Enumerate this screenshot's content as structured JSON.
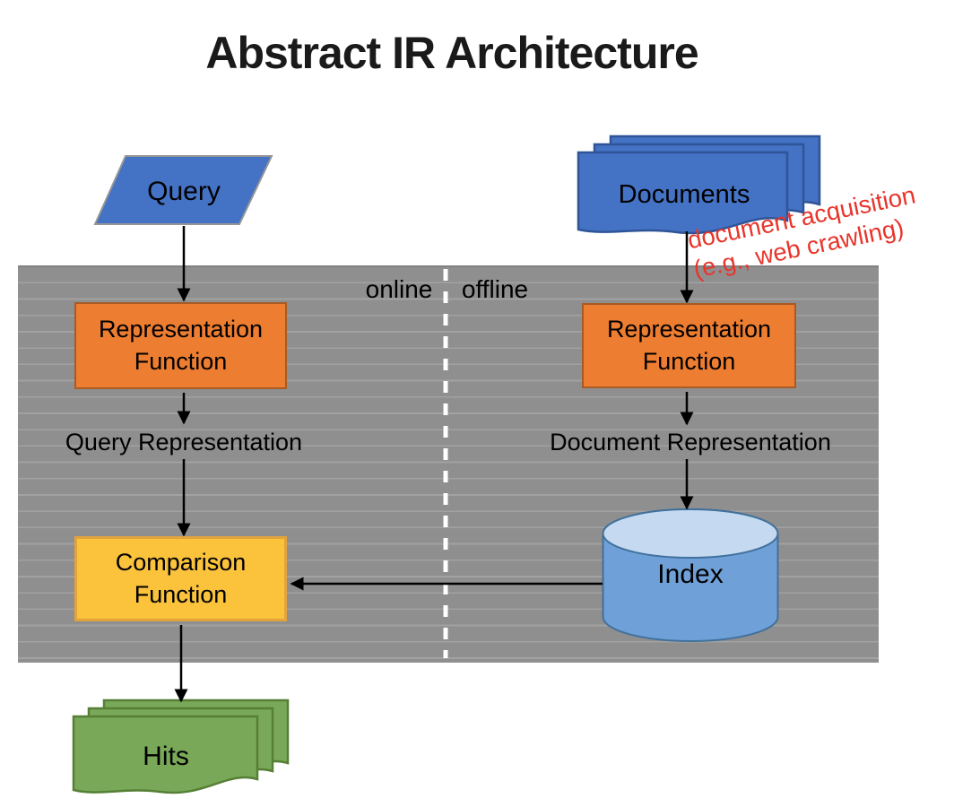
{
  "title": "Abstract IR Architecture",
  "regions": {
    "online_label": "online",
    "offline_label": "offline"
  },
  "nodes": {
    "query": {
      "label": "Query"
    },
    "documents": {
      "label": "Documents"
    },
    "representation_function_online": {
      "line1": "Representation",
      "line2": "Function"
    },
    "representation_function_offline": {
      "line1": "Representation",
      "line2": "Function"
    },
    "query_representation": {
      "label": "Query Representation"
    },
    "document_representation": {
      "label": "Document Representation"
    },
    "comparison_function": {
      "line1": "Comparison",
      "line2": "Function"
    },
    "index": {
      "label": "Index"
    },
    "hits": {
      "label": "Hits"
    }
  },
  "annotation": {
    "line1": "document acquisition",
    "line2": "(e.g., web crawling)"
  },
  "icons": {
    "query_shape": "parallelogram-icon",
    "documents_shape": "document-stack-icon",
    "hits_shape": "document-stack-icon",
    "index_shape": "database-cylinder-icon"
  },
  "colors": {
    "blue": "#4472C4",
    "blue_border": "#2F5597",
    "orange": "#ED7D31",
    "orange_border": "#A85B24",
    "yellow": "#FBC33C",
    "yellow_border": "#E2A33C",
    "green": "#79A958",
    "green_border": "#567F35",
    "cylinder_body": "#6FA0D8",
    "cylinder_top": "#C5D9F1",
    "cylinder_border": "#41719C",
    "panel_gray": "#8F8F8F",
    "panel_stripe": "#A2A2A2",
    "annotation_red": "#E8352B",
    "arrow_black": "#000000",
    "parallelogram_border": "#969696"
  }
}
